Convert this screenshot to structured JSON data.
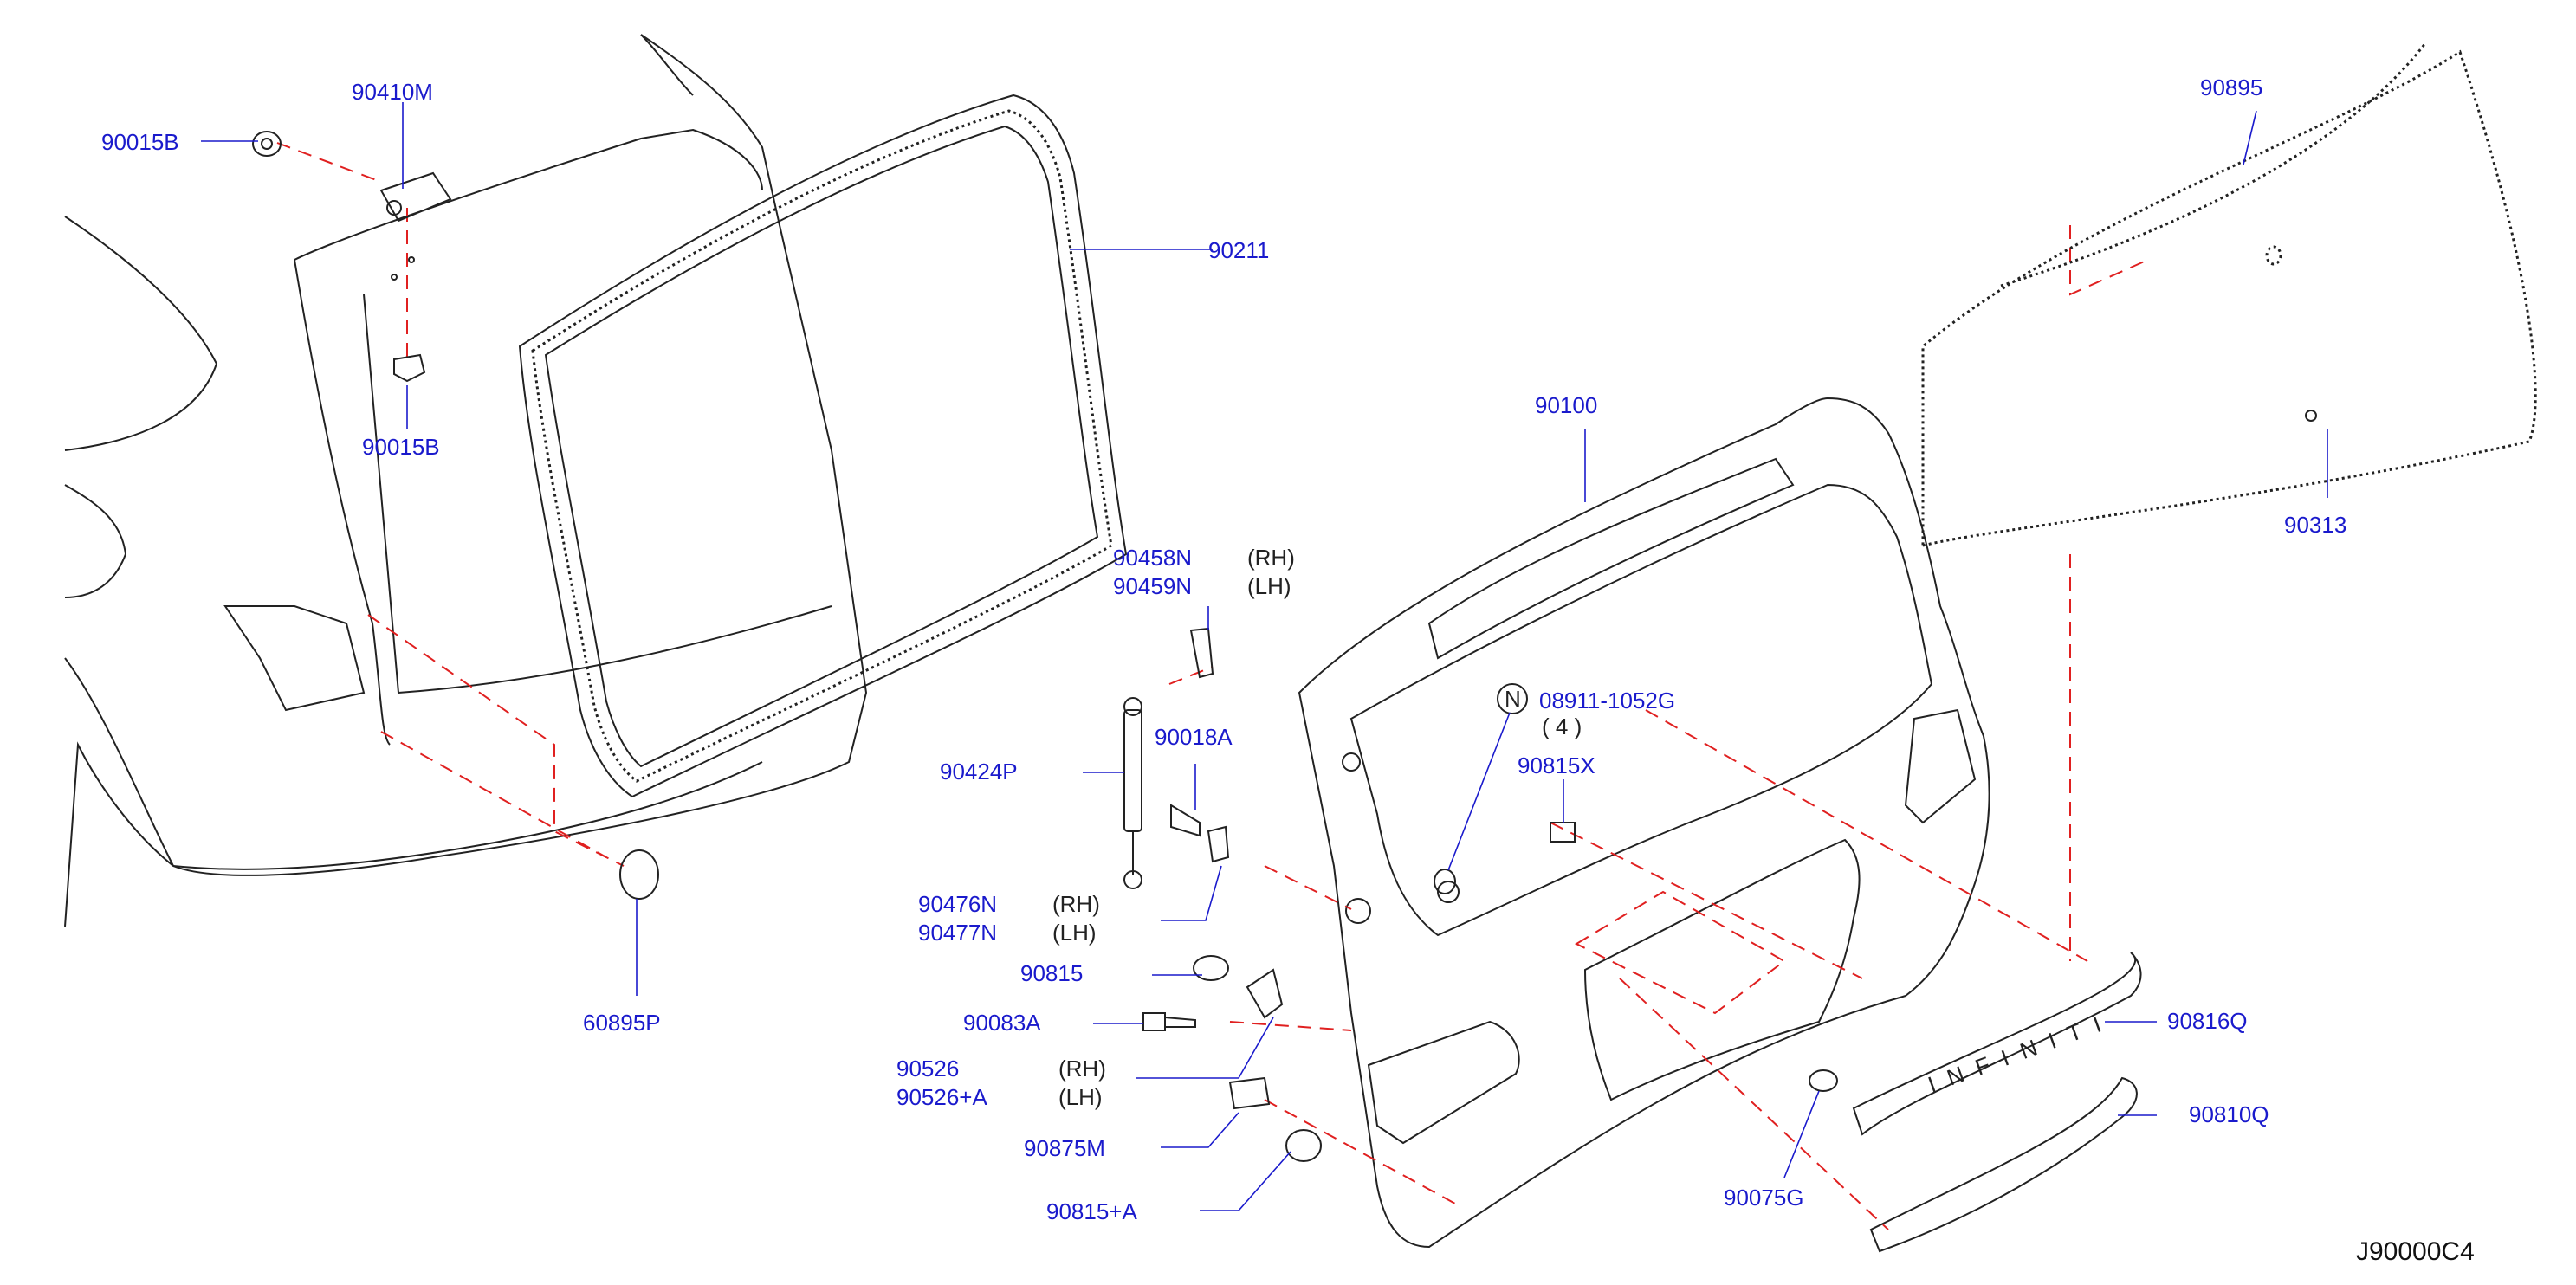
{
  "diagram_code": "J90000C4",
  "colors": {
    "label": "#1a1acc",
    "line": "#222222",
    "lead": "#1a1acc",
    "dash": "#e02020",
    "background": "#ffffff"
  },
  "parts": {
    "p90015B_top": "90015B",
    "p90410M": "90410M",
    "p90015B_low": "90015B",
    "p90211": "90211",
    "p60895P": "60895P",
    "p90895": "90895",
    "p90313": "90313",
    "p90100": "90100",
    "p90458N": "90458N",
    "p90459N": "90459N",
    "p90018A": "90018A",
    "p90424P": "90424P",
    "p90476N": "90476N",
    "p90477N": "90477N",
    "p90815": "90815",
    "p90083A": "90083A",
    "p90526": "90526",
    "p90526A": "90526+A",
    "p90875M": "90875M",
    "p90815A": "90815+A",
    "p08911": "08911-1052G",
    "p08911_qty": "( 4 )",
    "p08911_prefix": "N",
    "p90815X": "90815X",
    "p90816Q": "90816Q",
    "p90810Q": "90810Q",
    "p90075G": "90075G"
  },
  "sides": {
    "rh": "(RH)",
    "lh": "(LH)"
  },
  "emblem_text": "INFINITI"
}
